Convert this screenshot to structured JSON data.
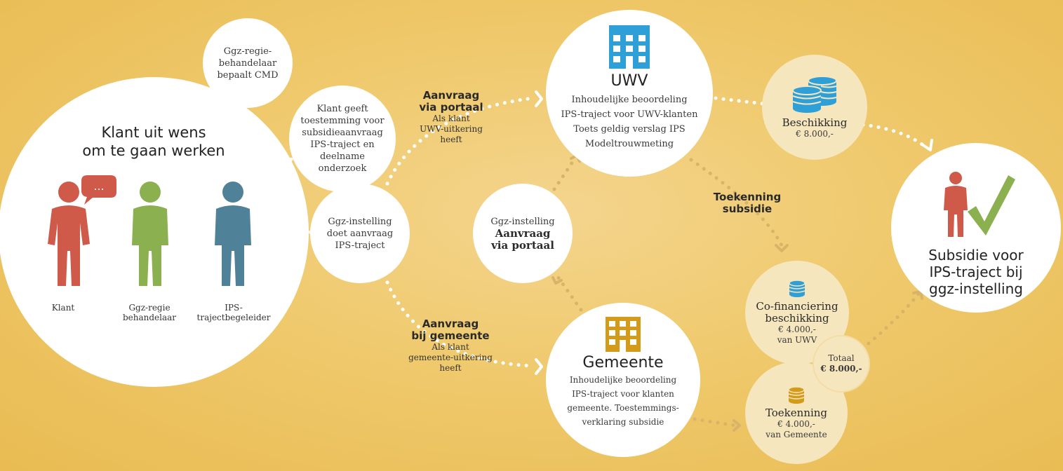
{
  "client_circle": {
    "title_line1": "Klant uit wens",
    "title_line2": "om te gaan werken",
    "speech_dots": "...",
    "people": [
      {
        "label_line1": "Klant",
        "label_line2": "",
        "color": "#cf5a4a"
      },
      {
        "label_line1": "Ggz-regie",
        "label_line2": "behandelaar",
        "color": "#8bb04f"
      },
      {
        "label_line1": "IPS-",
        "label_line2": "trajectbegeleider",
        "color": "#4f8298"
      }
    ]
  },
  "bubbles": {
    "cmd": {
      "lines": [
        "Ggz-regie-",
        "behandelaar",
        "bepaalt CMD"
      ]
    },
    "consent": {
      "lines": [
        "Klant geeft",
        "toestemming voor",
        "subsidieaanvraag",
        "IPS-traject en",
        "deelname",
        "onderzoek"
      ]
    },
    "request": {
      "lines": [
        "Ggz-instelling",
        "doet aanvraag",
        "IPS-traject"
      ]
    },
    "portal": {
      "line1": "Ggz-instelling",
      "line2": "Aanvraag",
      "line3": "via portaal"
    }
  },
  "flows": {
    "uwv_route": {
      "title_line1": "Aanvraag",
      "title_line2": "via portaal",
      "sub_lines": [
        "Als klant",
        "UWV-uitkering",
        "heeft"
      ]
    },
    "gemeente_route": {
      "title_line1": "Aanvraag",
      "title_line2": "bij gemeente",
      "sub_lines": [
        "Als klant",
        "gemeente-uitkering",
        "heeft"
      ]
    },
    "toekenning": {
      "line1": "Toekenning",
      "line2": "subsidie"
    }
  },
  "uwv": {
    "title": "UWV",
    "lines": [
      "Inhoudelijke beoordeling",
      "IPS-traject voor UWV-klanten",
      "Toets geldig verslag IPS",
      "Modeltrouwmeting"
    ],
    "icon_color": "#2f9fd8"
  },
  "gemeente": {
    "title": "Gemeente",
    "lines": [
      "Inhoudelijke beoordeling",
      "IPS-traject voor klanten",
      "gemeente. Toestemmings-",
      "verklaring subsidie"
    ],
    "icon_color": "#d49a1a"
  },
  "beschikking": {
    "title": "Beschikking",
    "amount": "€ 8.000,-",
    "icon_color": "#2f9fd8"
  },
  "cofin": {
    "title_line1": "Co-financiering",
    "title_line2": "beschikking",
    "amount": "€ 4.000,-",
    "source": "van UWV",
    "icon_color": "#2f9fd8"
  },
  "totaal": {
    "label": "Totaal",
    "amount": "€ 8.000,-"
  },
  "toekenning_gemeente": {
    "title": "Toekenning",
    "amount": "€ 4.000,-",
    "source": "van Gemeente",
    "icon_color": "#d49a1a"
  },
  "result": {
    "lines": [
      "Subsidie voor",
      "IPS-traject bij",
      "ggz-instelling"
    ],
    "person_color": "#cf5a4a",
    "check_color": "#8bb04f"
  },
  "colors": {
    "dots": "#ffffff",
    "dots_muted": "#d9b468"
  }
}
